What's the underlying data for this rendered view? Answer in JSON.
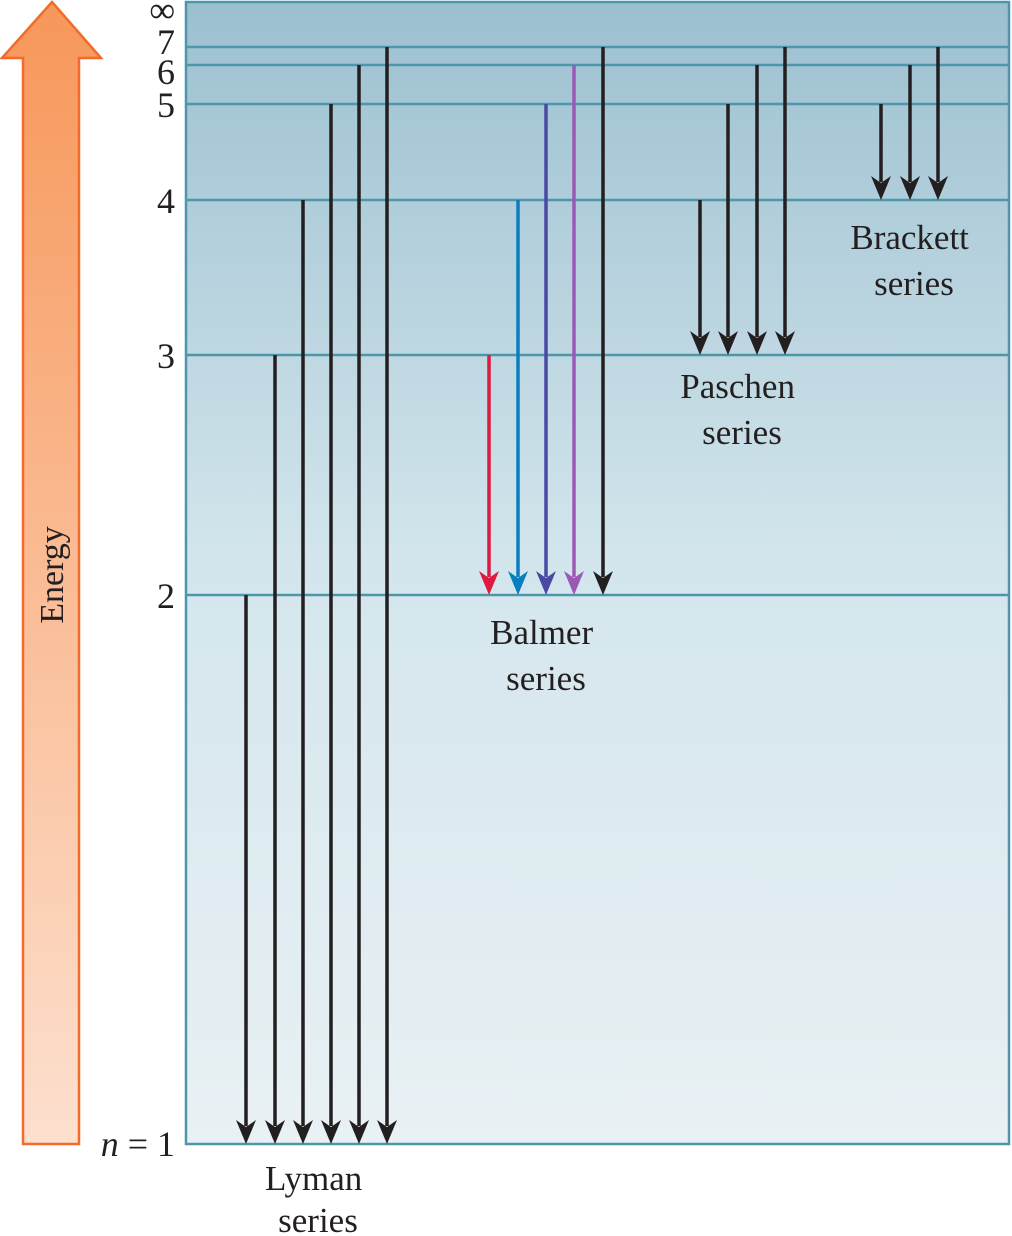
{
  "energy_axis": {
    "label": "Energy",
    "fill_top": "#f7975a",
    "fill_bottom": "#fde0cf",
    "stroke": "#f26b2b"
  },
  "panel": {
    "top_color": "#9cc0d0",
    "mid_color": "#d4e6ed",
    "bottom_color": "#e9f1f4",
    "border_color": "#4e96aa"
  },
  "levels": [
    {
      "n": 1,
      "label_var": "n",
      "label_eq": " = 1"
    },
    {
      "n": 2,
      "label": "2"
    },
    {
      "n": 3,
      "label": "3"
    },
    {
      "n": 4,
      "label": "4"
    },
    {
      "n": 5,
      "label": "5"
    },
    {
      "n": 6,
      "label": "6"
    },
    {
      "n": 7,
      "label": "7"
    },
    {
      "n": "inf",
      "label": "∞"
    }
  ],
  "series": [
    {
      "name_line1": "Lyman",
      "name_line2": "series",
      "final_n": 1,
      "transitions": [
        {
          "from": 2,
          "color": "#231f20"
        },
        {
          "from": 3,
          "color": "#231f20"
        },
        {
          "from": 4,
          "color": "#231f20"
        },
        {
          "from": 5,
          "color": "#231f20"
        },
        {
          "from": 6,
          "color": "#231f20"
        },
        {
          "from": 7,
          "color": "#231f20"
        }
      ]
    },
    {
      "name_line1": "Balmer",
      "name_line2": "series",
      "final_n": 2,
      "transitions": [
        {
          "from": 3,
          "color": "#e0193f"
        },
        {
          "from": 4,
          "color": "#0a7fbf"
        },
        {
          "from": 5,
          "color": "#4a4aa5"
        },
        {
          "from": 6,
          "color": "#9b59b6"
        },
        {
          "from": 7,
          "color": "#231f20"
        }
      ]
    },
    {
      "name_line1": "Paschen",
      "name_line2": "series",
      "final_n": 3,
      "transitions": [
        {
          "from": 4,
          "color": "#231f20"
        },
        {
          "from": 5,
          "color": "#231f20"
        },
        {
          "from": 6,
          "color": "#231f20"
        },
        {
          "from": 7,
          "color": "#231f20"
        }
      ]
    },
    {
      "name_line1": "Brackett",
      "name_line2": "series",
      "final_n": 4,
      "transitions": [
        {
          "from": 5,
          "color": "#231f20"
        },
        {
          "from": 6,
          "color": "#231f20"
        },
        {
          "from": 7,
          "color": "#231f20"
        }
      ]
    }
  ]
}
